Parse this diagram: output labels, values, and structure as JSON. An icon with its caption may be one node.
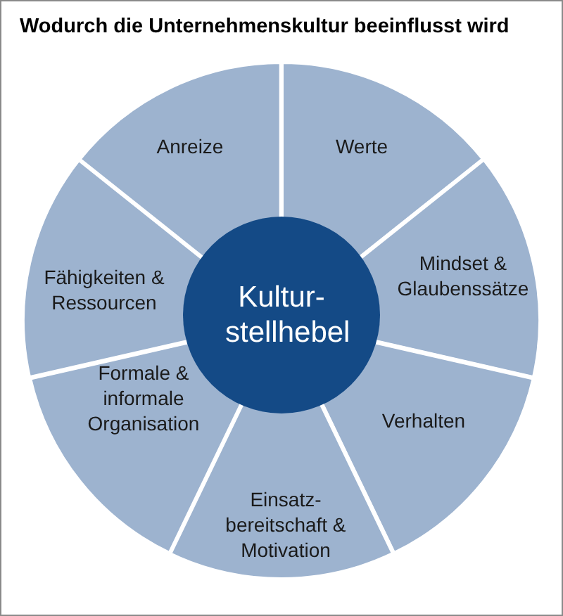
{
  "diagram": {
    "title": "Wodurch die Unternehmenskultur beeinflusst wird",
    "nodes": [
      {
        "text": [
          "Kultur- stellhebel"
        ]
      },
      {
        "text": [
          "Werte"
        ]
      },
      {
        "text": [
          "Mindset & Glaubenssätze"
        ]
      },
      {
        "text": [
          "Verhalten"
        ]
      },
      {
        "text": [
          "Einsatz- bereitschaft & Motivation"
        ]
      },
      {
        "text": [
          "Formale & informale Organisation"
        ]
      },
      {
        "text": [
          "Fähigkeiten & Ressourcen"
        ]
      },
      {
        "text": [
          "Anreize"
        ]
      }
    ]
  }
}
